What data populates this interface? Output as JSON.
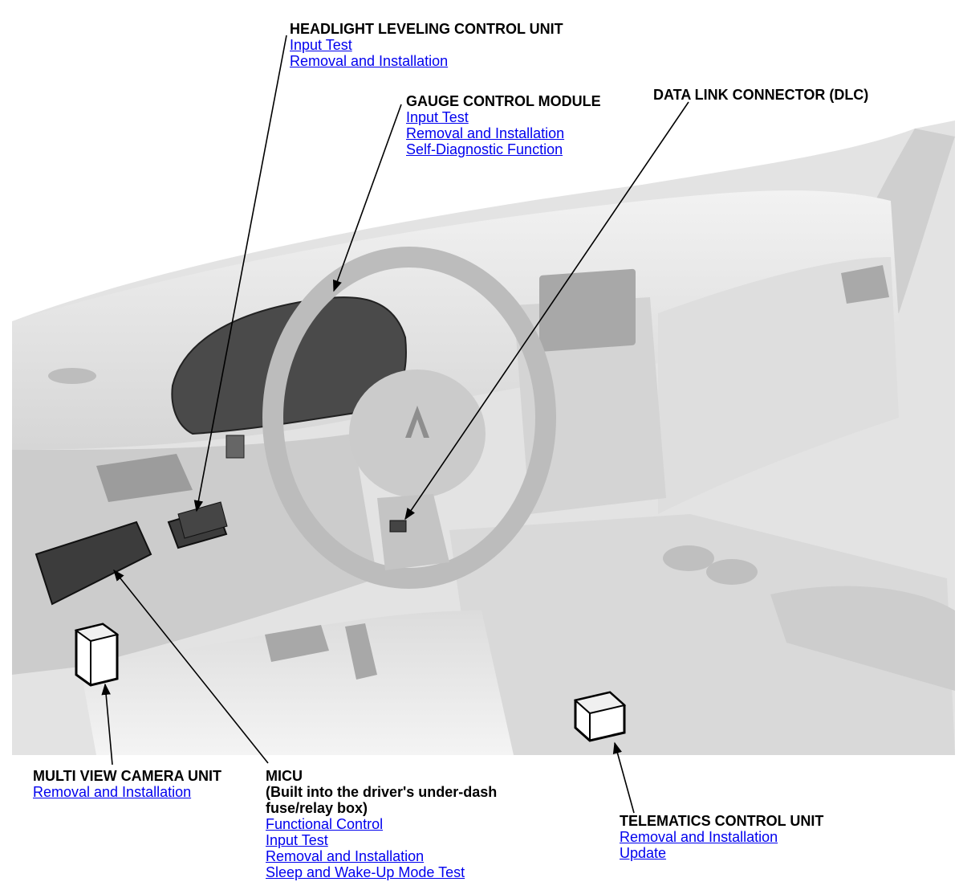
{
  "colors": {
    "link": "#0000ee",
    "title": "#000000",
    "leader": "#000000"
  },
  "callouts": {
    "headlight": {
      "title": "HEADLIGHT LEVELING CONTROL UNIT",
      "links": [
        "Input Test",
        "Removal and Installation"
      ]
    },
    "gauge": {
      "title": "GAUGE CONTROL MODULE",
      "links": [
        "Input Test",
        "Removal and Installation",
        "Self-Diagnostic Function"
      ]
    },
    "dlc": {
      "title": "DATA LINK CONNECTOR (DLC)",
      "links": []
    },
    "camera": {
      "title": "MULTI VIEW CAMERA UNIT",
      "links": [
        "Removal and Installation"
      ]
    },
    "micu": {
      "title": "MICU\n(Built into the driver's under-dash\nfuse/relay box)",
      "links": [
        "Functional Control",
        "Input Test",
        "Removal and Installation",
        "Sleep and Wake-Up Mode Test"
      ]
    },
    "telematics": {
      "title": "TELEMATICS CONTROL UNIT",
      "links": [
        "Removal and Installation",
        "Update"
      ]
    }
  }
}
